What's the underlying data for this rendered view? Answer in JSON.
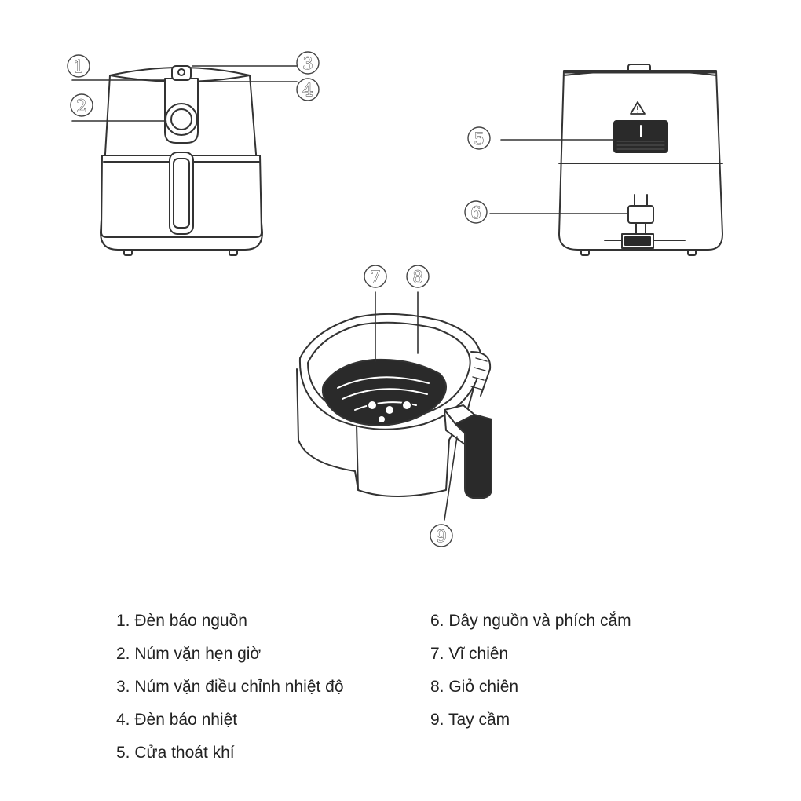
{
  "callouts": [
    "1",
    "2",
    "3",
    "4",
    "5",
    "6",
    "7",
    "8",
    "9"
  ],
  "legend": {
    "left": [
      "1. Đèn báo nguồn",
      "2. Núm vặn hẹn giờ",
      "3. Núm vặn điều chỉnh nhiệt độ",
      "4. Đèn báo nhiệt",
      "5. Cửa thoát khí"
    ],
    "right": [
      "6. Dây nguồn và phích cắm",
      "7. Vĩ chiên",
      "8. Giỏ chiên",
      "9. Tay cầm"
    ]
  },
  "icons": [
    "warning-triangle-icon"
  ],
  "colors": {
    "line": "#333333",
    "dark_fill": "#2a2a2a",
    "background": "#ffffff"
  }
}
